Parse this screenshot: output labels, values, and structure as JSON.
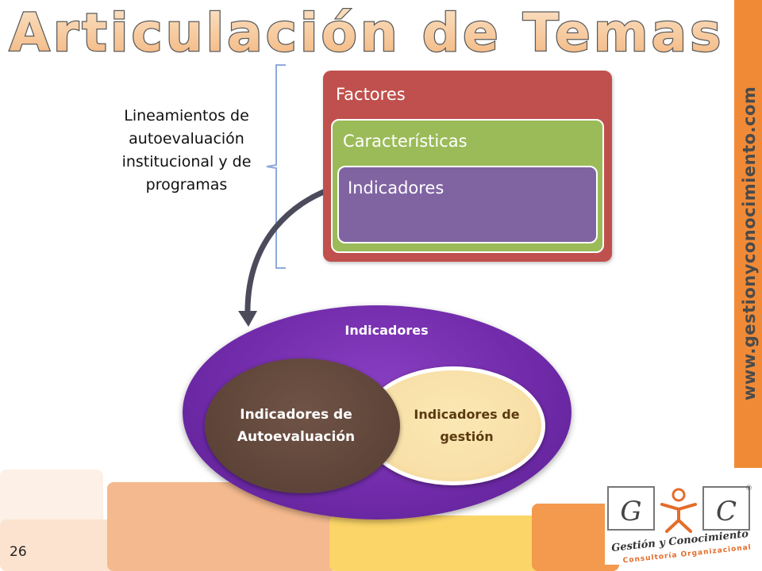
{
  "slide": {
    "title": "Articulación de Temas",
    "side_url": "www.gestionyconocimiento.com",
    "page_number": "26",
    "lineamientos_text": "Lineamientos de autoevaluación institucional y de programas"
  },
  "nested_boxes": {
    "outer_label": "Factores",
    "middle_label": "Características",
    "inner_label": "Indicadores"
  },
  "venn": {
    "container_label": "Indicadores",
    "left_label_line1": "Indicadores de",
    "left_label_line2": "Autoevaluación",
    "right_label_line1": "Indicadores de",
    "right_label_line2": "gestión"
  },
  "logo": {
    "letter_g": "G",
    "letter_c": "C",
    "line1": "Gestión y Conocimiento",
    "line2": "Consultoría Organizacional",
    "registered": "®"
  },
  "colors": {
    "factores": "#c0504d",
    "caracteristicas": "#9bbb59",
    "indicadores": "#8064a2",
    "venn_outer": "#7030a0",
    "venn_left": "#5e4438",
    "venn_right": "#f8e0a8",
    "side_bar": "#f08a37"
  }
}
